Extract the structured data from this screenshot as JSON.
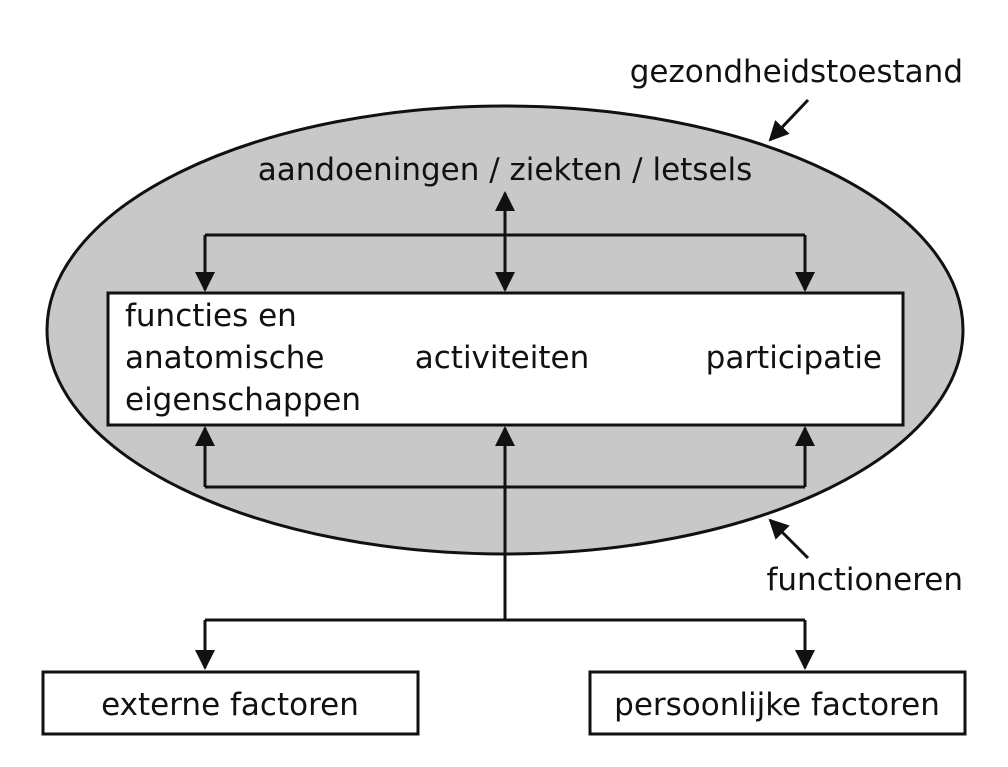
{
  "colors": {
    "ellipse_fill": "#c8c8c8",
    "stroke": "#111111",
    "box_fill": "#ffffff",
    "background": "#ffffff"
  },
  "labels": {
    "health_condition_caption": "gezondheidstoestand",
    "disorders": "aandoeningen / ziekten / letsels",
    "functions_line1": "functies en",
    "functions_line2": "anatomische",
    "functions_line3": "eigenschappen",
    "activities": "activiteiten",
    "participation": "participatie",
    "functioning_caption": "functioneren",
    "external_factors": "externe factoren",
    "personal_factors": "persoonlijke factoren"
  }
}
